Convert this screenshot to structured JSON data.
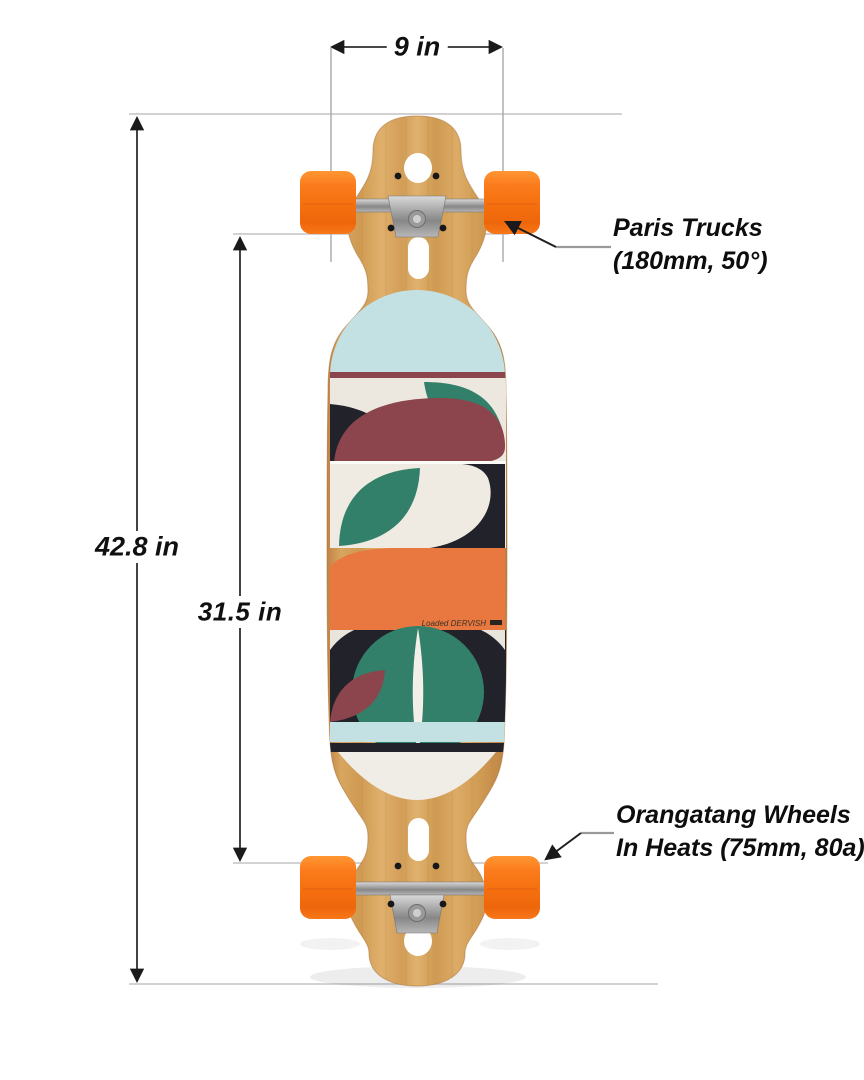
{
  "dimensions": {
    "width_label": "9 in",
    "length_label": "42.8 in",
    "wheelbase_label": "31.5 in"
  },
  "callouts": {
    "trucks_line1": "Paris Trucks",
    "trucks_line2": "(180mm, 50°)",
    "wheels_line1": "Orangatang Wheels",
    "wheels_line2": "In Heats (75mm, 80a)"
  },
  "board": {
    "deck_logo": "Loaded DERVISH",
    "colors": {
      "wheel_orange": "#F97A1E",
      "bamboo_mid": "#D5A160",
      "pale_blue": "#C3E1E3",
      "teal_green": "#33806A",
      "maroon": "#8C454C",
      "accent_orange": "#E87840",
      "cream": "#ECE8E0",
      "ink_black": "#22232A",
      "truck_silver": "#A9A9A9"
    }
  }
}
